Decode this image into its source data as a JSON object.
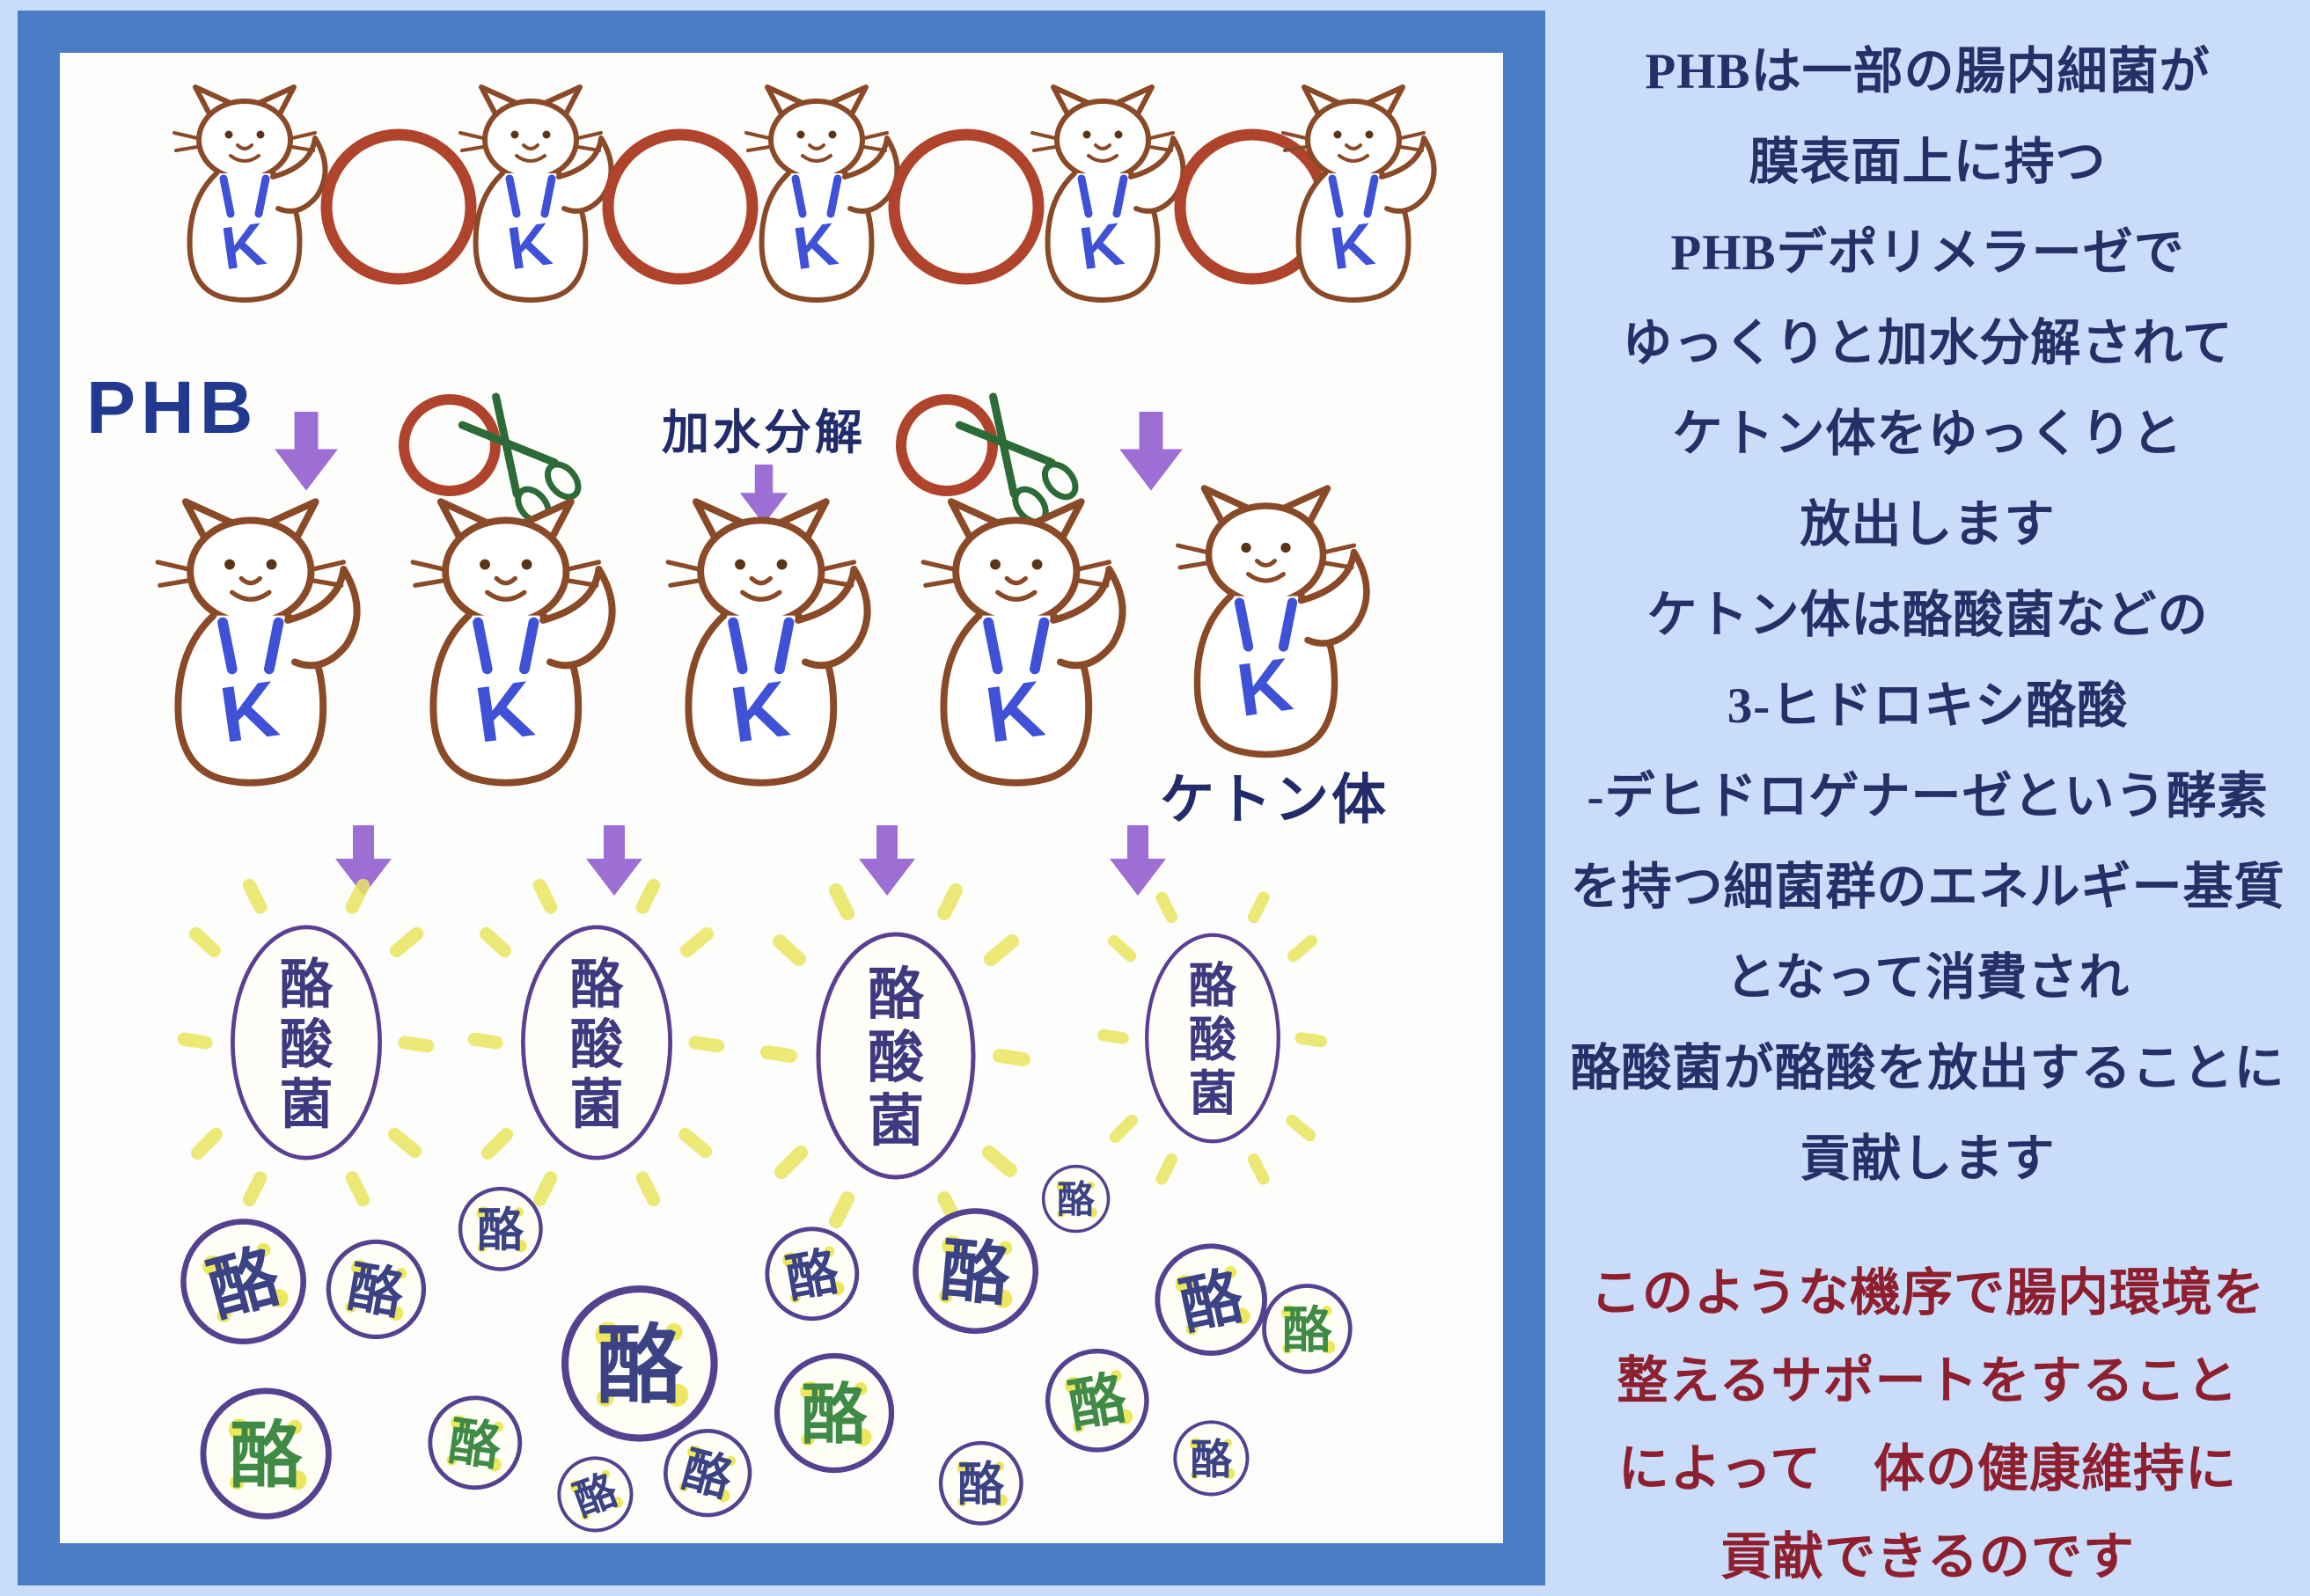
{
  "illustration": {
    "phb_label": "PHB",
    "hydrolysis_label": "加水分解",
    "ketone_label": "ケトン体",
    "k_label": "K",
    "bacteria_chars": [
      "酪",
      "酸",
      "菌"
    ],
    "butyrate_char": "酪"
  },
  "sidebar": {
    "paragraph_lines": [
      "PHBは一部の腸内細菌が",
      "膜表面上に持つ",
      "PHBデポリメラーゼで",
      "ゆっくりと加水分解されて",
      "ケトン体をゆっくりと",
      "放出します",
      "ケトン体は酪酸菌などの",
      "3-ヒドロキシ酪酸",
      "-デヒドロゲナーゼという酵素",
      "を持つ細菌群のエネルギー基質",
      "となって消費され",
      "酪酸菌が酪酸を放出することに",
      "貢献します"
    ],
    "highlight_lines": [
      "このような機序で腸内環境を",
      "整えるサポートをすること",
      "によって　体の健康維持に",
      "貢献できるのです"
    ]
  },
  "colors": {
    "background": "#c9dcf9",
    "frame_blue": "#4a7dc6",
    "body_text": "#272f68",
    "highlight_text": "#8e1f2f",
    "arrow_purple": "#9d6ed3",
    "ring_red": "#b0432c",
    "cat_outline_brown": "#8a4a28",
    "singlet_blue": "#3f51d6",
    "sparkle_yellow": "#eae55f",
    "bacteria_outline": "#5b3f93",
    "butyrate_navy": "#3c4384",
    "butyrate_green": "#3f8a45"
  }
}
